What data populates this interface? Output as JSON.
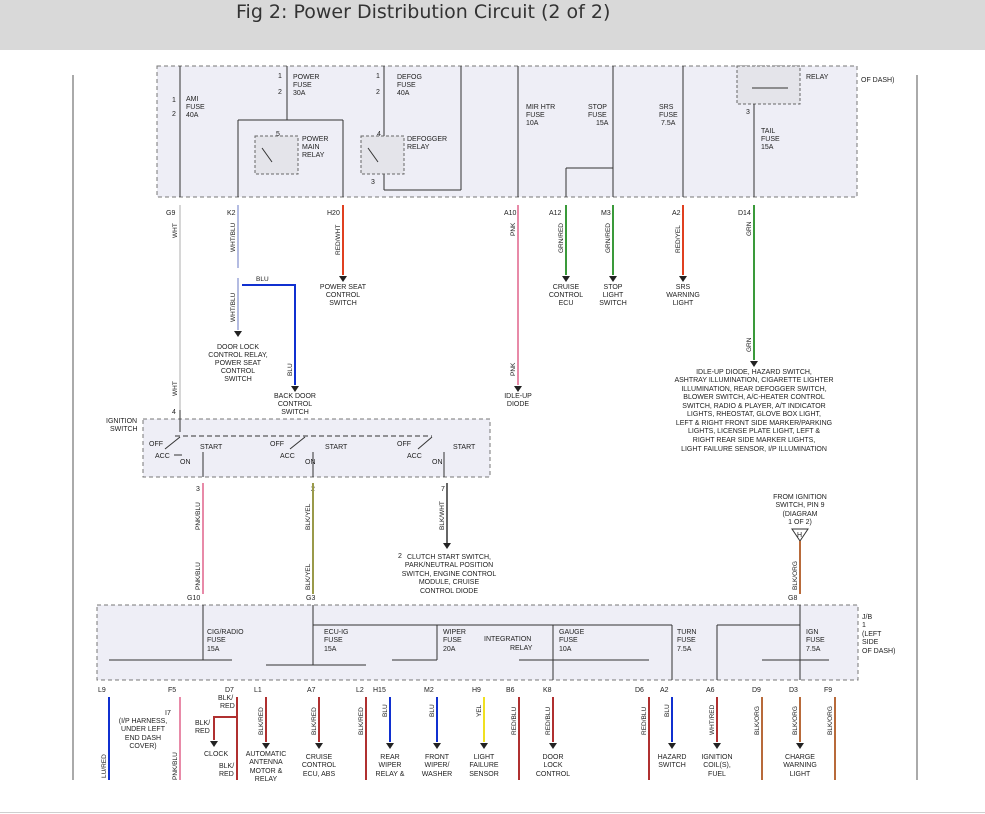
{
  "header": {
    "title": "Fig 2: Power Distribution Circuit (2 of 2)"
  },
  "colors": {
    "PNK": "#e88aa8",
    "GRN": "#3a9a3a",
    "RED": "#e04020",
    "BLU": "#1030d0",
    "WHT": "#c8c8c8",
    "YEL": "#f0e020",
    "OLIVE": "#9a9a4a",
    "BLKORG": "#b86a3a",
    "BLKRED": "#b03030",
    "BLK": "#333333"
  },
  "fuses_top": {
    "ami": {
      "l1": "AMI",
      "l2": "FUSE",
      "l3": "40A",
      "p1": "1",
      "p2": "2"
    },
    "power": {
      "l1": "POWER",
      "l2": "FUSE",
      "l3": "30A",
      "p1": "1",
      "p2": "2"
    },
    "defog": {
      "l1": "DEFOG",
      "l2": "FUSE",
      "l3": "40A",
      "p1": "1",
      "p2": "2"
    },
    "mirhtr": {
      "l1": "MIR HTR",
      "l2": "FUSE",
      "l3": "10A"
    },
    "stop": {
      "l1": "STOP",
      "l2": "FUSE",
      "l3": "15A"
    },
    "srs": {
      "l1": "SRS",
      "l2": "FUSE",
      "l3": "7.5A"
    },
    "tail": {
      "l1": "TAIL",
      "l2": "FUSE",
      "l3": "15A",
      "p": "3"
    },
    "relay_frag": "RELAY",
    "dash_frag": "OF DASH)"
  },
  "relays": {
    "power_main": {
      "l1": "POWER",
      "l2": "MAIN",
      "l3": "RELAY",
      "pin": "5"
    },
    "defogger": {
      "l1": "DEFOGGER",
      "l2": "RELAY",
      "pin": "4",
      "pin2": "3"
    }
  },
  "top_pins": [
    "G9",
    "K2",
    "H20",
    "A10",
    "A12",
    "M3",
    "A2",
    "D14"
  ],
  "top_wires": [
    "WHT",
    "WHT/BLU",
    "RED/WHT",
    "PNK",
    "GRN/RED",
    "GRN/RED",
    "RED/YEL",
    "GRN"
  ],
  "destinations_top": {
    "power_seat": [
      "POWER SEAT",
      "CONTROL",
      "SWITCH"
    ],
    "cruise_ecu": [
      "CRUISE",
      "CONTROL",
      "ECU"
    ],
    "stop_light": [
      "STOP",
      "LIGHT",
      "SWITCH"
    ],
    "srs_warn": [
      "SRS",
      "WARNING",
      "LIGHT"
    ],
    "door_lock": [
      "DOOR LOCK",
      "CONTROL RELAY,",
      "POWER SEAT",
      "CONTROL",
      "SWITCH"
    ],
    "back_door": [
      "BACK DOOR",
      "CONTROL",
      "SWITCH"
    ],
    "idle_up": [
      "IDLE-UP",
      "DIODE"
    ],
    "idle_list": [
      "IDLE-UP DIODE, HAZARD SWITCH,",
      "ASHTRAY ILLUMINATION, CIGARETTE LIGHTER",
      "ILLUMINATION, REAR DEFOGGER SWITCH,",
      "BLOWER SWITCH, A/C-HEATER CONTROL",
      "SWITCH, RADIO & PLAYER, A/T INDICATOR",
      "LIGHTS, RHEOSTAT, GLOVE BOX LIGHT,",
      "LEFT & RIGHT FRONT SIDE MARKER/PARKING",
      "LIGHTS, LICENSE PLATE LIGHT, LEFT &",
      "RIGHT REAR SIDE MARKER LIGHTS,",
      "LIGHT FAILURE SENSOR, I/P ILLUMINATION"
    ]
  },
  "mid_wires": {
    "blu": "BLU",
    "whtblu": "WHT/BLU",
    "blu2": "BLU",
    "pnk": "PNK",
    "grn": "GRN",
    "wht": "WHT"
  },
  "ign": {
    "title1": "IGNITION",
    "title2": "SWITCH",
    "pin4": "4",
    "off": "OFF",
    "acc": "ACC",
    "on": "ON",
    "start": "START",
    "pins": [
      "3",
      "2",
      "7"
    ],
    "wires": [
      "PNK/BLU",
      "BLK/YEL",
      "BLK/WHT"
    ]
  },
  "clutch": {
    "num": "2",
    "lines": [
      "CLUTCH START SWITCH,",
      "PARK/NEUTRAL POSITION",
      "SWITCH, ENGINE CONTROL",
      "MODULE, CRUISE",
      "CONTROL DIODE"
    ]
  },
  "from_ign": {
    "lines": [
      "FROM IGNITION",
      "SWITCH, PIN 9",
      "(DIAGRAM",
      "1 OF 2)"
    ],
    "connector": "H"
  },
  "jb": {
    "lines": [
      "J/B",
      "1",
      "(LEFT",
      "SIDE",
      "OF DASH)"
    ],
    "in_wires": [
      "PNK/BLU",
      "BLK/YEL",
      "BLK/ORG"
    ],
    "in_pins": [
      "G10",
      "G3",
      "G8"
    ],
    "fuses": {
      "cig": [
        "CIG/RADIO",
        "FUSE",
        "15A"
      ],
      "ecuig": [
        "ECU-IG",
        "FUSE",
        "15A"
      ],
      "wiper": [
        "WIPER",
        "FUSE",
        "20A"
      ],
      "integ": [
        "INTEGRATION",
        "RELAY"
      ],
      "gauge": [
        "GAUGE",
        "FUSE",
        "10A"
      ],
      "turn": [
        "TURN",
        "FUSE",
        "7.5A"
      ],
      "ign": [
        "IGN",
        "FUSE",
        "7.5A"
      ]
    }
  },
  "bottom_pins": [
    "L9",
    "F5",
    "D7",
    "L1",
    "A7",
    "L2",
    "H15",
    "M2",
    "H9",
    "B6",
    "K8",
    "D6",
    "A2",
    "A6",
    "D9",
    "D3",
    "F9"
  ],
  "bottom_wires": [
    "LU/RED",
    "PNK/BLU",
    "BLK/RED",
    "BLK/RED",
    "BLK/RED",
    "BLU",
    "BLU",
    "YEL",
    "RED/BLU",
    "RED/BLU",
    "RED/BLU",
    "BLU",
    "WHT/RED",
    "BLK/ORG",
    "BLK/ORG",
    "BLK/ORG"
  ],
  "bottom_dest": {
    "d7_sub": [
      "BLK/",
      "RED"
    ],
    "ip_note": [
      "(I/P HARNESS,",
      "UNDER LEFT",
      "END DASH",
      "COVER)"
    ],
    "i7": "I7",
    "clock_wire": [
      "BLK/",
      "RED"
    ],
    "clock": "CLOCK",
    "clock_wire2": [
      "BLK/",
      "RED"
    ],
    "antenna": [
      "AUTOMATIC",
      "ANTENNA",
      "MOTOR &",
      "RELAY"
    ],
    "cruise": [
      "CRUISE",
      "CONTROL",
      "ECU, ABS"
    ],
    "rear_wiper": [
      "REAR",
      "WIPER",
      "RELAY &"
    ],
    "front_wiper": [
      "FRONT",
      "WIPER/",
      "WASHER"
    ],
    "light_fail": [
      "LIGHT",
      "FAILURE",
      "SENSOR"
    ],
    "door_lock": [
      "DOOR",
      "LOCK",
      "CONTROL"
    ],
    "hazard": [
      "HAZARD",
      "SWITCH"
    ],
    "ign_coil": [
      "IGNITION",
      "COIL(S),",
      "FUEL"
    ],
    "charge": [
      "CHARGE",
      "WARNING",
      "LIGHT"
    ]
  }
}
